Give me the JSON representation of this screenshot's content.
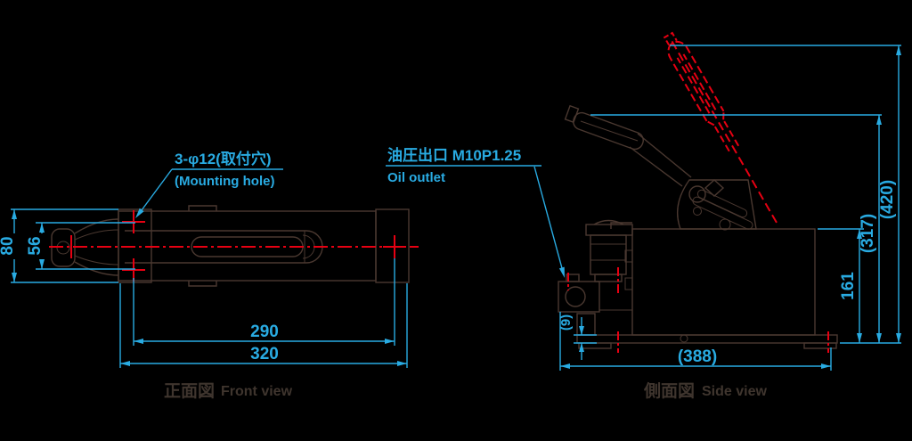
{
  "drawing": {
    "callouts": {
      "mounting_hole_jp": "3-φ12(取付穴)",
      "mounting_hole_en": "(Mounting hole)",
      "oil_outlet_jp": "油圧出口 M10P1.25",
      "oil_outlet_en": "Oil outlet"
    },
    "front_view": {
      "title_jp": "正面図",
      "title_en": "Front view",
      "dims": {
        "height_outer": "80",
        "hole_spacing": "56",
        "hole_pitch_width": "290",
        "overall_width": "320"
      }
    },
    "side_view": {
      "title_jp": "側面図",
      "title_en": "Side view",
      "dims": {
        "overall_height": "(420)",
        "handle_height": "(317)",
        "body_height": "161",
        "overall_length": "(388)",
        "base_thickness": "(9)"
      }
    },
    "colors": {
      "dimension": "#29abe2",
      "centerline": "#e60012",
      "outline": "#4a3830"
    }
  }
}
